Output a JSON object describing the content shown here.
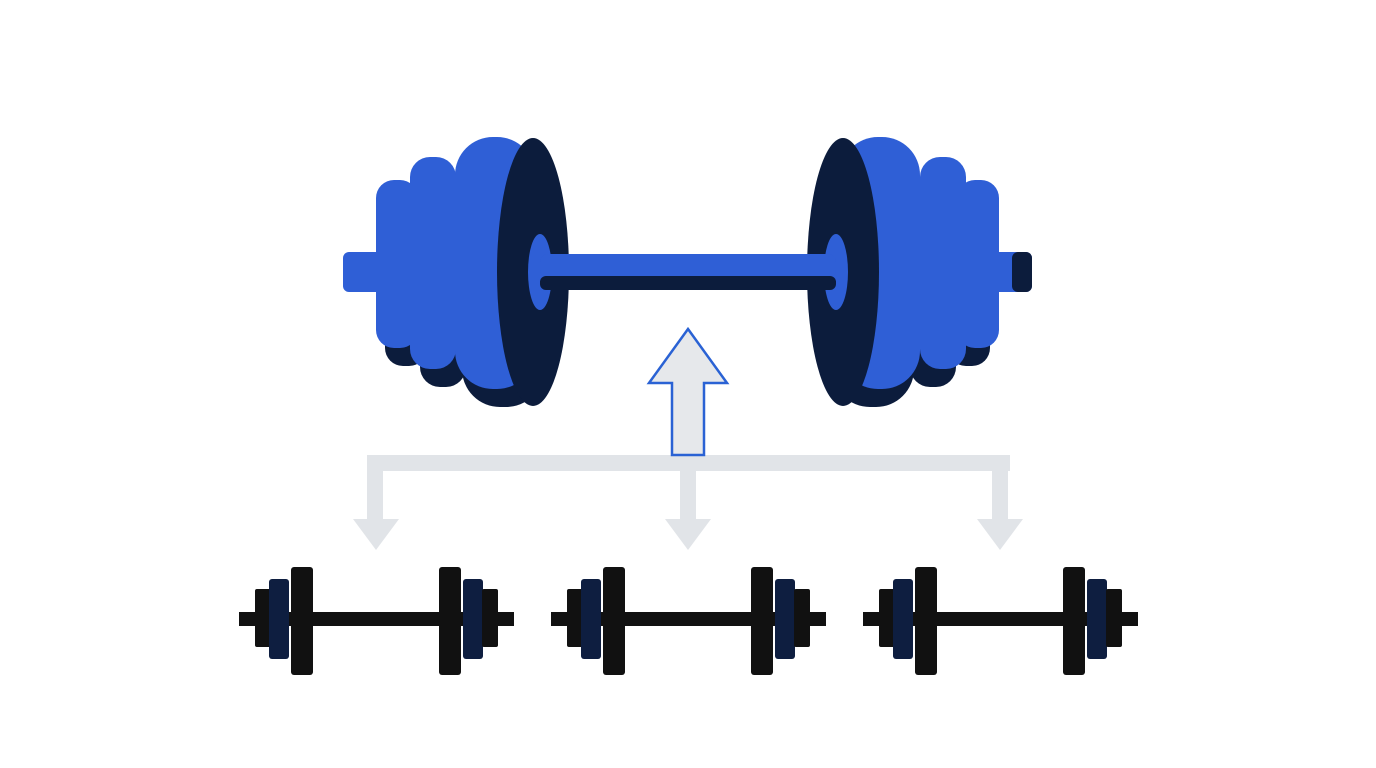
{
  "diagram": {
    "type": "one-to-many",
    "nodes": [
      {
        "id": "large-barbell",
        "role": "source",
        "icon": "barbell-icon",
        "style": "blue-3d"
      },
      {
        "id": "small-barbell-1",
        "role": "target",
        "icon": "barbell-icon",
        "style": "black-flat"
      },
      {
        "id": "small-barbell-2",
        "role": "target",
        "icon": "barbell-icon",
        "style": "black-flat"
      },
      {
        "id": "small-barbell-3",
        "role": "target",
        "icon": "barbell-icon",
        "style": "black-flat"
      }
    ],
    "connectors": [
      {
        "from": "small-barbell-group",
        "to": "large-barbell",
        "icon": "arrow-up-icon",
        "highlight": true
      },
      {
        "from": "large-barbell",
        "to": "small-barbell-1",
        "icon": "arrow-down-icon"
      },
      {
        "from": "large-barbell",
        "to": "small-barbell-2",
        "icon": "arrow-down-icon"
      },
      {
        "from": "large-barbell",
        "to": "small-barbell-3",
        "icon": "arrow-down-icon"
      }
    ]
  },
  "colors": {
    "background": "#ffffff",
    "plate_face": "#2f5fd6",
    "plate_side": "#0c1c3c",
    "bar": "#2f5fd6",
    "small_bar": "#111111",
    "small_plate_inner": "#0e1e40",
    "connector": "#e1e4e8",
    "up_arrow_outline": "#2a62d4",
    "up_arrow_fill": "#e6e8eb"
  }
}
